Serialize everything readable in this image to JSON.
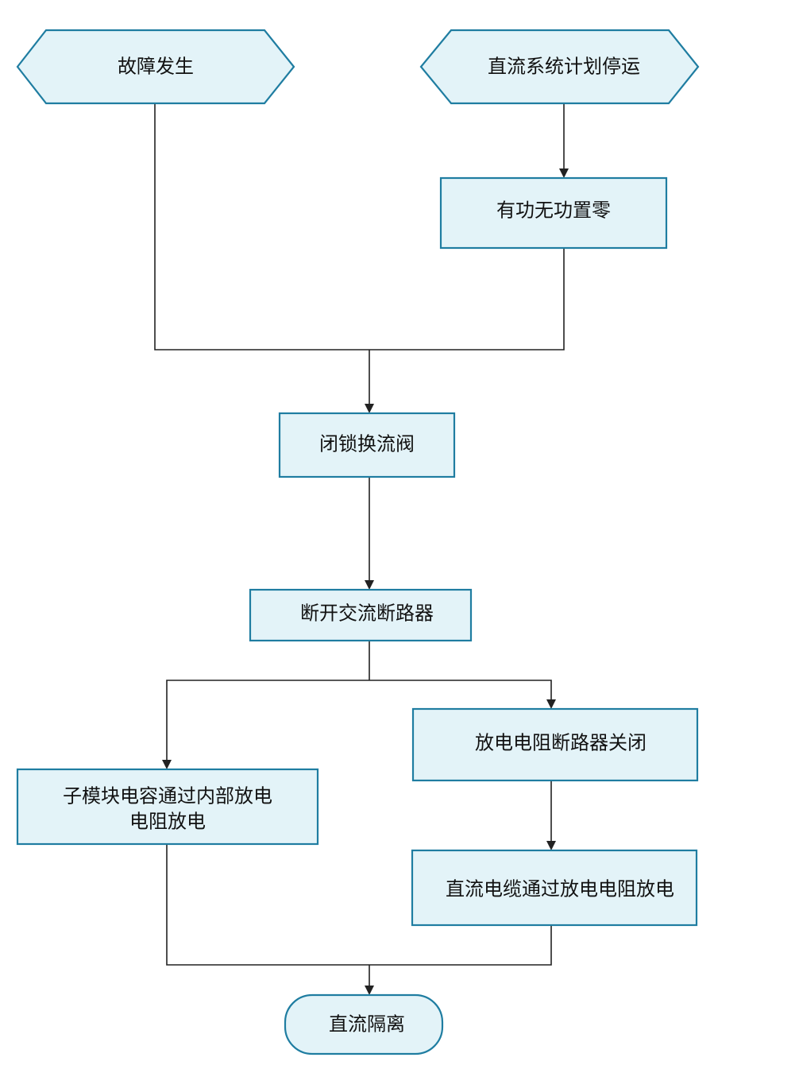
{
  "flowchart": {
    "nodes": {
      "fault_occurs": "故障发生",
      "planned_outage": "直流系统计划停运",
      "zero_power": "有功无功置零",
      "block_valve": "闭锁换流阀",
      "open_ac_breaker": "断开交流断路器",
      "submodule_discharge_line1": "子模块电容通过内部放电",
      "submodule_discharge_line2": "电阻放电",
      "close_discharge_breaker": "放电电阻断路器关闭",
      "cable_discharge": "直流电缆通过放电电阻放电",
      "dc_isolation": "直流隔离"
    }
  }
}
